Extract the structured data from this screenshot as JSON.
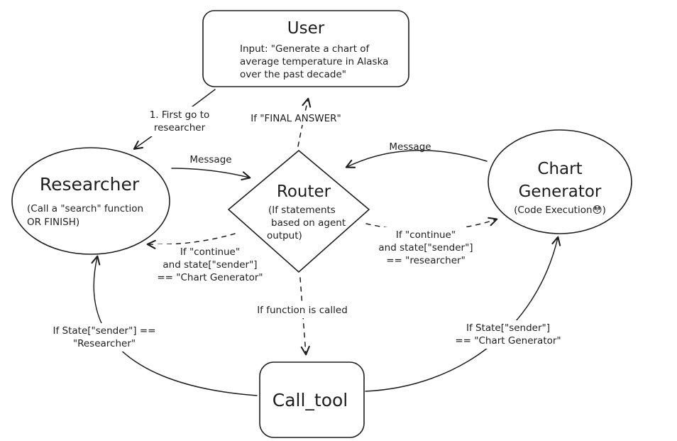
{
  "canvas": {
    "background": "#ffffff",
    "ink": "#1e1e1e"
  },
  "nodes": {
    "user": {
      "title": "User",
      "body_lines": [
        "Input: \"Generate a chart of",
        "average temperature in Alaska",
        "over the past decade\""
      ]
    },
    "researcher": {
      "title": "Researcher",
      "body_lines": [
        "(Call a \"search\" function",
        "OR FINISH)"
      ]
    },
    "router": {
      "title": "Router",
      "body_lines": [
        "(If statements",
        "based on agent",
        "output)"
      ]
    },
    "chart_generator": {
      "title_lines": [
        "Chart",
        "Generator"
      ],
      "body": "(Code Execution😳)"
    },
    "call_tool": {
      "title": "Call_tool"
    }
  },
  "edge_labels": {
    "user_to_researcher": [
      "1. First go to",
      "researcher"
    ],
    "router_to_user": "If \"FINAL ANSWER\"",
    "researcher_to_router": "Message",
    "chart_generator_to_router": "Message",
    "router_to_researcher": [
      "If \"continue\"",
      "and state[\"sender\"]",
      "== \"Chart Generator\""
    ],
    "router_to_chart_generator": [
      "If \"continue\"",
      "and state[\"sender\"]",
      "== \"researcher\""
    ],
    "router_to_call_tool": "If function is called",
    "call_tool_to_researcher": [
      "If State[\"sender\"] ==",
      "\"Researcher\""
    ],
    "call_tool_to_chart_generator": [
      "If State[\"sender\"]",
      "== \"Chart Generator\""
    ]
  }
}
